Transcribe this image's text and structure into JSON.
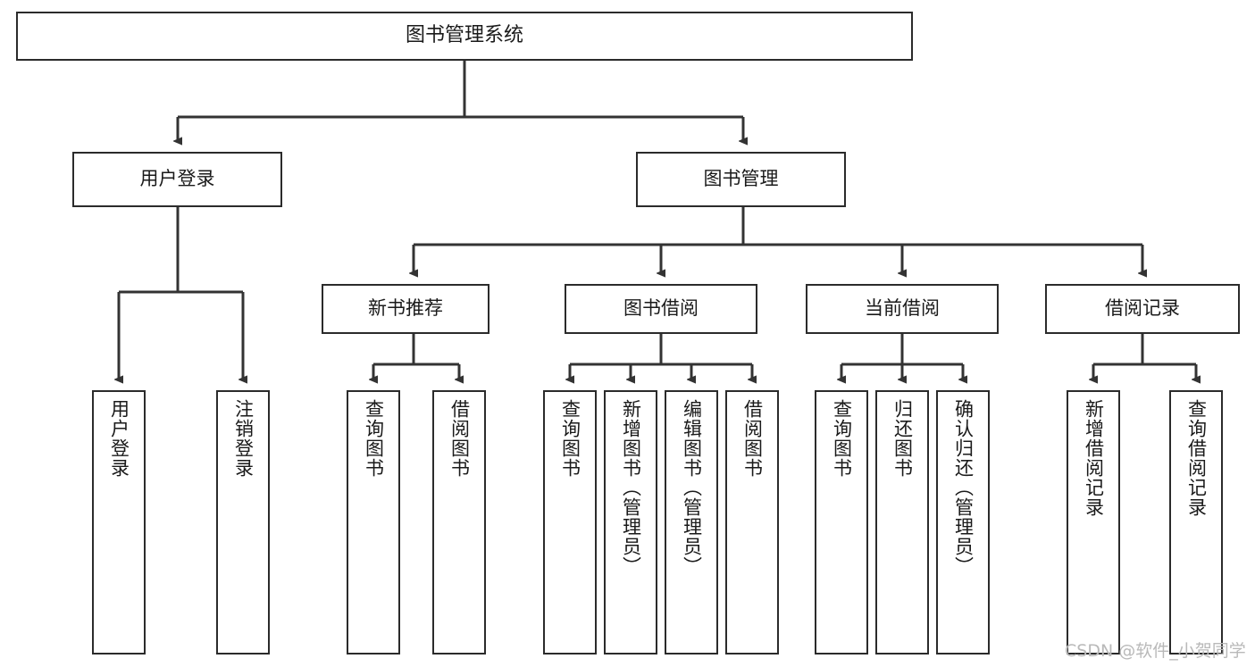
{
  "diagram": {
    "title": "图书管理系统",
    "type": "hierarchy-tree",
    "watermark": "CSDN @软件_小贺同学",
    "colors": {
      "box_border": "#2b2b2b",
      "box_fill": "#ffffff",
      "edge": "#333333",
      "text": "#1a1a1a",
      "watermark": "#b9b9b9",
      "background": "#ffffff"
    },
    "root": {
      "label": "图书管理系统"
    },
    "level2": [
      {
        "id": "user-login",
        "label": "用户登录"
      },
      {
        "id": "book-manage",
        "label": "图书管理"
      }
    ],
    "level3": [
      {
        "id": "new-book-recommend",
        "label": "新书推荐"
      },
      {
        "id": "book-borrow",
        "label": "图书借阅"
      },
      {
        "id": "current-borrow",
        "label": "当前借阅"
      },
      {
        "id": "borrow-record",
        "label": "借阅记录"
      }
    ],
    "leaves": {
      "user_login": [
        {
          "id": "leaf-user-login",
          "label": "用户登录"
        },
        {
          "id": "leaf-logout",
          "label": "注销登录"
        }
      ],
      "new_book_recommend": [
        {
          "id": "leaf-query-book-1",
          "label": "查询图书"
        },
        {
          "id": "leaf-borrow-book-1",
          "label": "借阅图书"
        }
      ],
      "book_borrow": [
        {
          "id": "leaf-query-book-2",
          "label": "查询图书"
        },
        {
          "id": "leaf-add-book",
          "label": "新增图书（管理员）"
        },
        {
          "id": "leaf-edit-book",
          "label": "编辑图书（管理员）"
        },
        {
          "id": "leaf-borrow-book-2",
          "label": "借阅图书"
        }
      ],
      "current_borrow": [
        {
          "id": "leaf-query-book-3",
          "label": "查询图书"
        },
        {
          "id": "leaf-return-book",
          "label": "归还图书"
        },
        {
          "id": "leaf-confirm-return",
          "label": "确认归还（管理员）"
        }
      ],
      "borrow_record": [
        {
          "id": "leaf-add-record",
          "label": "新增借阅记录"
        },
        {
          "id": "leaf-query-record",
          "label": "查询借阅记录"
        }
      ]
    }
  }
}
